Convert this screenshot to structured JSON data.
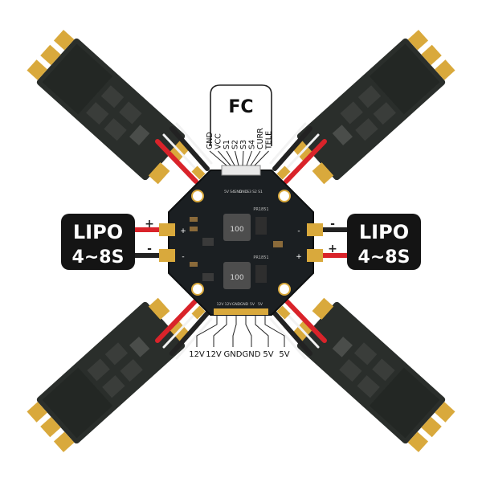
{
  "fc": {
    "title": "FC",
    "pins": [
      "GND",
      "VCC",
      "S1",
      "S2",
      "S3",
      "S4",
      "CURR",
      "TELE"
    ]
  },
  "lipo_left": {
    "line1": "LIPO",
    "line2": "4~8S",
    "plus": "+",
    "minus": "-"
  },
  "lipo_right": {
    "line1": "LIPO",
    "line2": "4~8S",
    "plus": "+",
    "minus": "-"
  },
  "bottom_pins": [
    "12V",
    "12V",
    "GND",
    "GND",
    "5V",
    "5V"
  ],
  "board": {
    "silk_top": [
      "5V",
      "S4",
      "GND",
      "GND",
      "S3",
      "S2",
      "S1"
    ],
    "silk_bottom": [
      "12V",
      "12V",
      "GND",
      "GND",
      "5V",
      "5V"
    ],
    "inductor_1": "100",
    "inductor_2": "100",
    "chip_1": "PR1851",
    "chip_2": "PR1851"
  },
  "colors": {
    "board": "#1b1f22",
    "pad": "#d9a93c",
    "wire_red": "#d9232a",
    "wire_black": "#222222",
    "wire_white": "#f2f2f2",
    "label_bg": "#141414"
  }
}
